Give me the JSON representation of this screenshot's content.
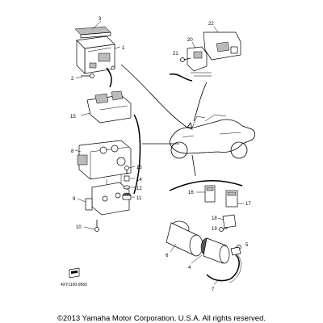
{
  "callouts": {
    "n1": "1",
    "n2": "2",
    "n3": "3",
    "n4": "4",
    "n5": "5",
    "n6": "6",
    "n7": "7",
    "n8": "8",
    "n9": "9",
    "n10": "10",
    "n11": "11",
    "n12": "12",
    "n13": "13",
    "n14": "14",
    "n15": "15",
    "n16": "16",
    "n17": "17",
    "n18": "18",
    "n19": "19",
    "n20": "20",
    "n21": "21",
    "n22": "22"
  },
  "drawing_code": "4XY1100-9560",
  "copyright": "©2013 Yamaha Motor Corporation, U.S.A. All rights reserved."
}
